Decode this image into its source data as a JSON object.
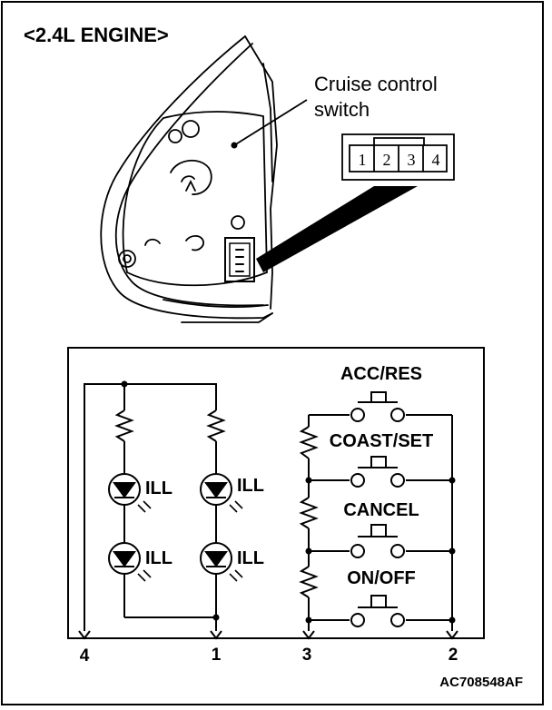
{
  "title": "<2.4L ENGINE>",
  "callout": {
    "line1": "Cruise control",
    "line2": "switch"
  },
  "connector_pins": [
    "1",
    "2",
    "3",
    "4"
  ],
  "switches": [
    "ACC/RES",
    "COAST/SET",
    "CANCEL",
    "ON/OFF"
  ],
  "led_label": "ILL",
  "terminals": [
    "4",
    "1",
    "3",
    "2"
  ],
  "figure_code": "AC708548AF"
}
